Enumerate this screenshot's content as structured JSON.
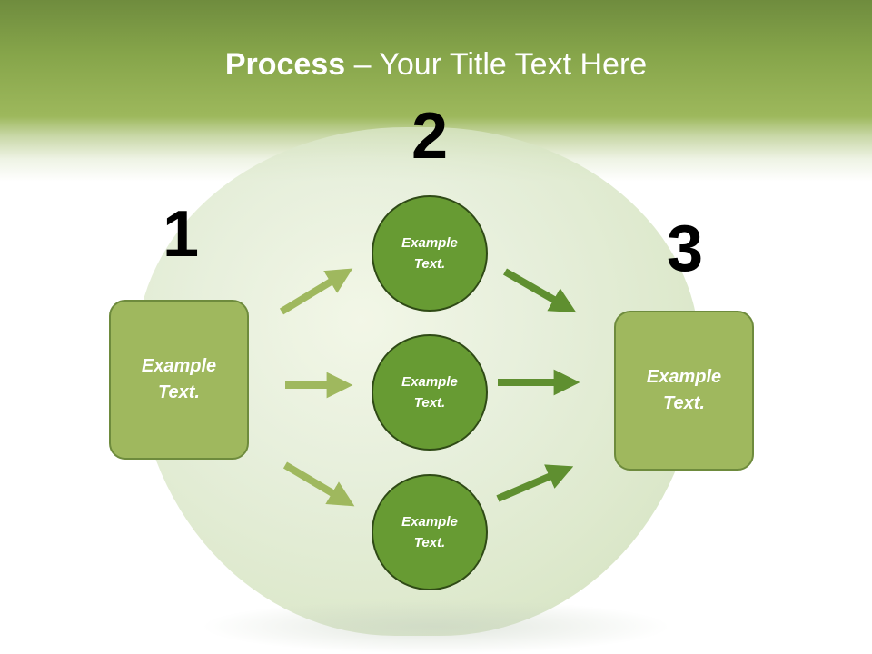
{
  "slide": {
    "title_bold": "Process",
    "title_rest": " – Your Title Text Here"
  },
  "steps": [
    {
      "number": "1",
      "text": "Example Text."
    },
    {
      "number": "2",
      "items": [
        {
          "text": "Example Text."
        },
        {
          "text": "Example Text."
        },
        {
          "text": "Example Text."
        }
      ]
    },
    {
      "number": "3",
      "text": "Example Text."
    }
  ],
  "colors": {
    "header_green": "#86a54a",
    "box_fill": "#9fb85e",
    "box_border": "#6e8b3d",
    "circle_fill": "#679b33",
    "circle_border": "#2f4a16",
    "arrow_light": "#9fb85e",
    "arrow_dark": "#5f8f30"
  }
}
